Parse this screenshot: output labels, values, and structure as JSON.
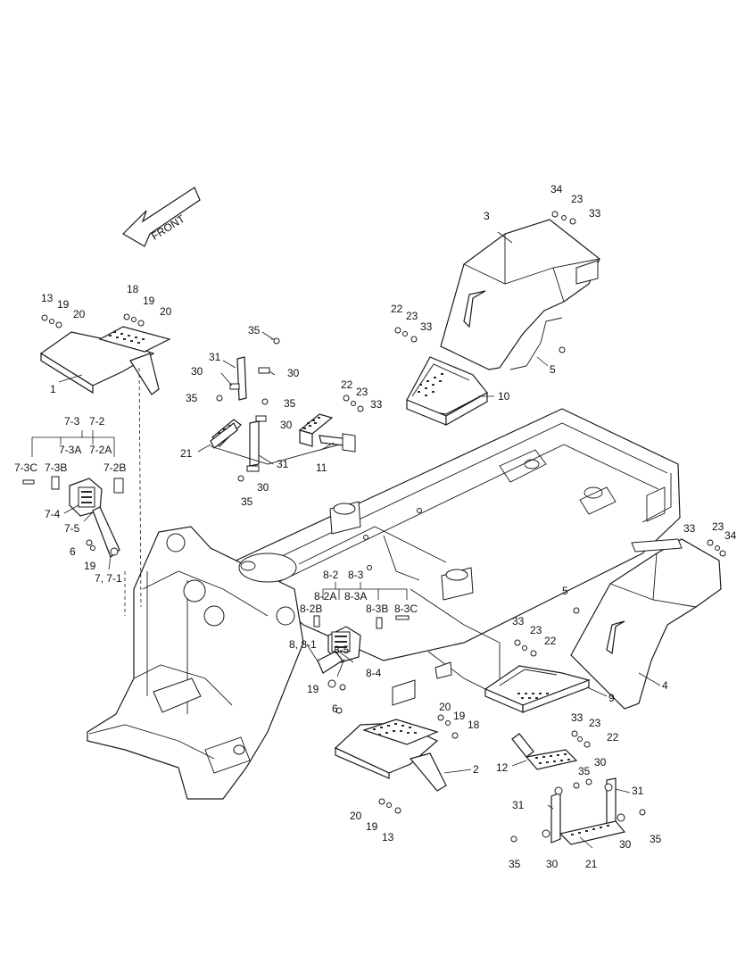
{
  "front_arrow": {
    "label": "FRONT"
  },
  "callouts": [
    {
      "id": "c-13a",
      "text": "13"
    },
    {
      "id": "c-19a",
      "text": "19"
    },
    {
      "id": "c-20a",
      "text": "20"
    },
    {
      "id": "c-18a",
      "text": "18"
    },
    {
      "id": "c-19b",
      "text": "19"
    },
    {
      "id": "c-20b",
      "text": "20"
    },
    {
      "id": "c-1",
      "text": "1"
    },
    {
      "id": "c-35a",
      "text": "35"
    },
    {
      "id": "c-31a",
      "text": "31"
    },
    {
      "id": "c-30a",
      "text": "30"
    },
    {
      "id": "c-30b",
      "text": "30"
    },
    {
      "id": "c-35b",
      "text": "35"
    },
    {
      "id": "c-35c",
      "text": "35"
    },
    {
      "id": "c-30c",
      "text": "30"
    },
    {
      "id": "c-21a",
      "text": "21"
    },
    {
      "id": "c-31b",
      "text": "31"
    },
    {
      "id": "c-30d",
      "text": "30"
    },
    {
      "id": "c-35d",
      "text": "35"
    },
    {
      "id": "c-22a",
      "text": "22"
    },
    {
      "id": "c-23a",
      "text": "23"
    },
    {
      "id": "c-33a",
      "text": "33"
    },
    {
      "id": "c-11",
      "text": "11"
    },
    {
      "id": "c-22b",
      "text": "22"
    },
    {
      "id": "c-23b",
      "text": "23"
    },
    {
      "id": "c-33b",
      "text": "33"
    },
    {
      "id": "c-10",
      "text": "10"
    },
    {
      "id": "c-34a",
      "text": "34"
    },
    {
      "id": "c-23c",
      "text": "23"
    },
    {
      "id": "c-33c",
      "text": "33"
    },
    {
      "id": "c-3",
      "text": "3"
    },
    {
      "id": "c-5a",
      "text": "5"
    },
    {
      "id": "c-7-3",
      "text": "7-3"
    },
    {
      "id": "c-7-2",
      "text": "7-2"
    },
    {
      "id": "c-7-3C",
      "text": "7-3C"
    },
    {
      "id": "c-7-3B",
      "text": "7-3B"
    },
    {
      "id": "c-7-3A",
      "text": "7-3A"
    },
    {
      "id": "c-7-2A",
      "text": "7-2A"
    },
    {
      "id": "c-7-2B",
      "text": "7-2B"
    },
    {
      "id": "c-7-4",
      "text": "7-4"
    },
    {
      "id": "c-7-5",
      "text": "7-5"
    },
    {
      "id": "c-6a",
      "text": "6"
    },
    {
      "id": "c-19c",
      "text": "19"
    },
    {
      "id": "c-7-7-1",
      "text": "7, 7-1"
    },
    {
      "id": "c-8-2",
      "text": "8-2"
    },
    {
      "id": "c-8-3",
      "text": "8-3"
    },
    {
      "id": "c-8-2A",
      "text": "8-2A"
    },
    {
      "id": "c-8-3A",
      "text": "8-3A"
    },
    {
      "id": "c-8-2B",
      "text": "8-2B"
    },
    {
      "id": "c-8-3B",
      "text": "8-3B"
    },
    {
      "id": "c-8-3C",
      "text": "8-3C"
    },
    {
      "id": "c-8-8-1",
      "text": "8, 8-1"
    },
    {
      "id": "c-8-5",
      "text": "8-5"
    },
    {
      "id": "c-8-4",
      "text": "8-4"
    },
    {
      "id": "c-19d",
      "text": "19"
    },
    {
      "id": "c-6b",
      "text": "6"
    },
    {
      "id": "c-33d",
      "text": "33"
    },
    {
      "id": "c-23d",
      "text": "23"
    },
    {
      "id": "c-34b",
      "text": "34"
    },
    {
      "id": "c-5b",
      "text": "5"
    },
    {
      "id": "c-4",
      "text": "4"
    },
    {
      "id": "c-33e",
      "text": "33"
    },
    {
      "id": "c-23e",
      "text": "23"
    },
    {
      "id": "c-22c",
      "text": "22"
    },
    {
      "id": "c-9",
      "text": "9"
    },
    {
      "id": "c-20c",
      "text": "20"
    },
    {
      "id": "c-19e",
      "text": "19"
    },
    {
      "id": "c-18b",
      "text": "18"
    },
    {
      "id": "c-2",
      "text": "2"
    },
    {
      "id": "c-20d",
      "text": "20"
    },
    {
      "id": "c-19f",
      "text": "19"
    },
    {
      "id": "c-13b",
      "text": "13"
    },
    {
      "id": "c-33f",
      "text": "33"
    },
    {
      "id": "c-23f",
      "text": "23"
    },
    {
      "id": "c-22d",
      "text": "22"
    },
    {
      "id": "c-12",
      "text": "12"
    },
    {
      "id": "c-35e",
      "text": "35"
    },
    {
      "id": "c-30e",
      "text": "30"
    },
    {
      "id": "c-31c",
      "text": "31"
    },
    {
      "id": "c-31d",
      "text": "31"
    },
    {
      "id": "c-35f",
      "text": "35"
    },
    {
      "id": "c-30f",
      "text": "30"
    },
    {
      "id": "c-35g",
      "text": "35"
    },
    {
      "id": "c-30g",
      "text": "30"
    },
    {
      "id": "c-21b",
      "text": "21"
    }
  ]
}
